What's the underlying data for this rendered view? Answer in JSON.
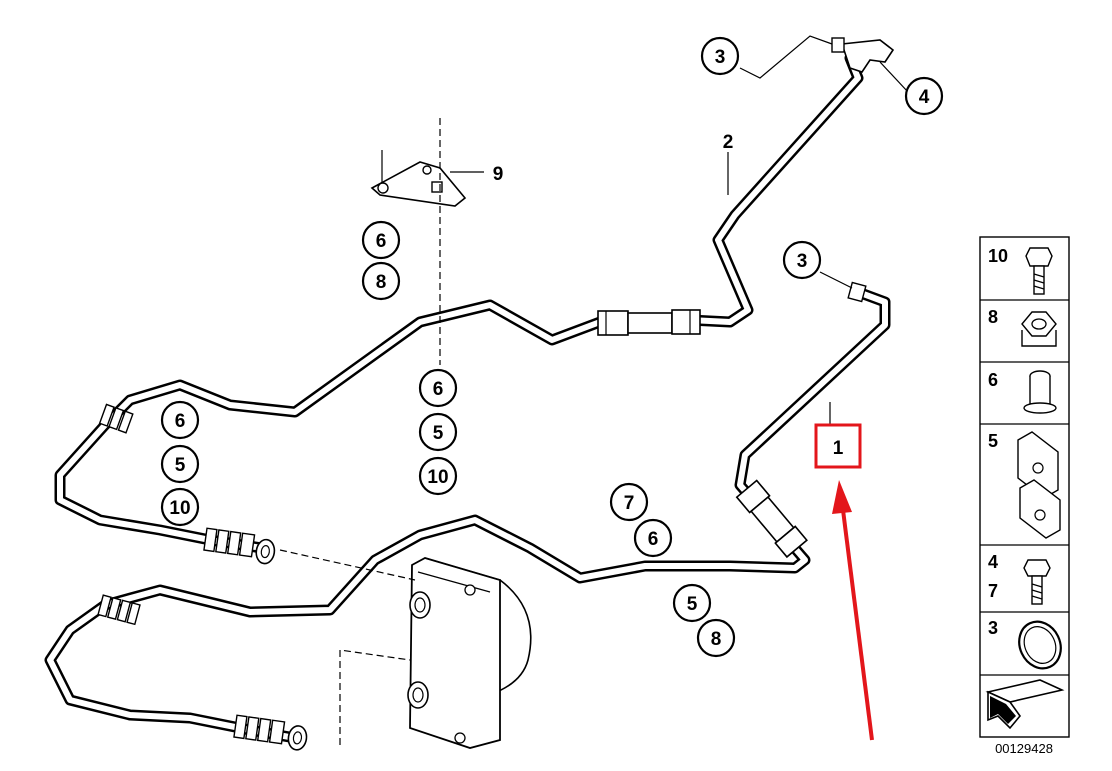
{
  "diagram": {
    "reference_number": "00129428",
    "highlight_color": "#e3161b",
    "callouts": [
      {
        "id": "c3-top",
        "label": "3",
        "circled": true
      },
      {
        "id": "c4",
        "label": "4",
        "circled": true
      },
      {
        "id": "c2",
        "label": "2",
        "circled": false
      },
      {
        "id": "c9",
        "label": "9",
        "circled": false
      },
      {
        "id": "c6-a",
        "label": "6",
        "circled": true
      },
      {
        "id": "c8-a",
        "label": "8",
        "circled": true
      },
      {
        "id": "c3-mid",
        "label": "3",
        "circled": true
      },
      {
        "id": "c6-b",
        "label": "6",
        "circled": true
      },
      {
        "id": "c5-b",
        "label": "5",
        "circled": true
      },
      {
        "id": "c10-b",
        "label": "10",
        "circled": true
      },
      {
        "id": "c6-c",
        "label": "6",
        "circled": true
      },
      {
        "id": "c5-c",
        "label": "5",
        "circled": true
      },
      {
        "id": "c10-c",
        "label": "10",
        "circled": true
      },
      {
        "id": "c1",
        "label": "1",
        "circled": false,
        "highlighted": true
      },
      {
        "id": "c7-d",
        "label": "7",
        "circled": true
      },
      {
        "id": "c6-d",
        "label": "6",
        "circled": true
      },
      {
        "id": "c5-e",
        "label": "5",
        "circled": true
      },
      {
        "id": "c8-e",
        "label": "8",
        "circled": true
      }
    ],
    "legend": [
      {
        "labels": [
          "10"
        ],
        "icon": "bolt-icon"
      },
      {
        "labels": [
          "8"
        ],
        "icon": "nut-icon"
      },
      {
        "labels": [
          "6"
        ],
        "icon": "sleeve-icon"
      },
      {
        "labels": [
          "5"
        ],
        "icon": "clip-nut-icon"
      },
      {
        "labels": [
          "4",
          "7"
        ],
        "icon": "bolt-icon"
      },
      {
        "labels": [
          "3"
        ],
        "icon": "o-ring-icon"
      },
      {
        "labels": [],
        "icon": "arrow-icon"
      }
    ]
  }
}
